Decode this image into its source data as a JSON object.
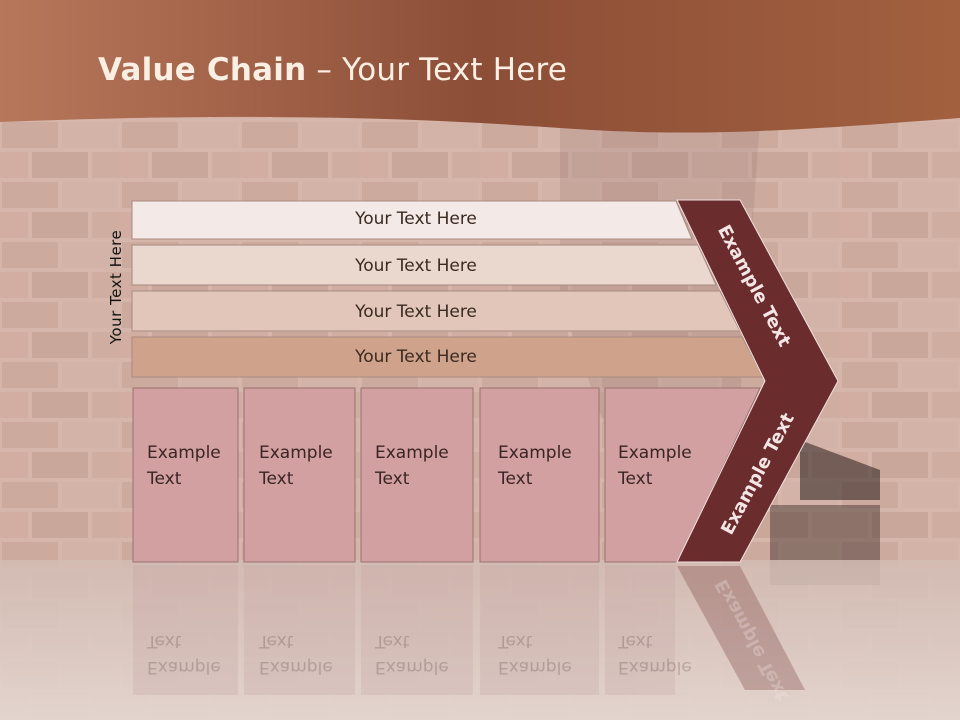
{
  "title": {
    "bold": "Value Chain",
    "rest": " – Your Text Here"
  },
  "side_label": "Your Text Here",
  "rows": [
    "Your Text Here",
    "Your Text Here",
    "Your Text Here",
    "Your Text Here"
  ],
  "boxes": [
    {
      "line1": "Example",
      "line2": "Text"
    },
    {
      "line1": "Example",
      "line2": "Text"
    },
    {
      "line1": "Example",
      "line2": "Text"
    },
    {
      "line1": "Example",
      "line2": "Text"
    },
    {
      "line1": "Example",
      "line2": "Text"
    }
  ],
  "chevron": {
    "upper": "Example Text",
    "lower": "Example Text"
  },
  "colors": {
    "header": "#a4654a",
    "brick": "#c39a8c",
    "row1": "#f3e9e6",
    "row2": "#ead7ce",
    "row3": "#e2c6b9",
    "row4": "#cfa28c",
    "box": "#d2a0a0",
    "chevron": "#6a2c2c"
  }
}
